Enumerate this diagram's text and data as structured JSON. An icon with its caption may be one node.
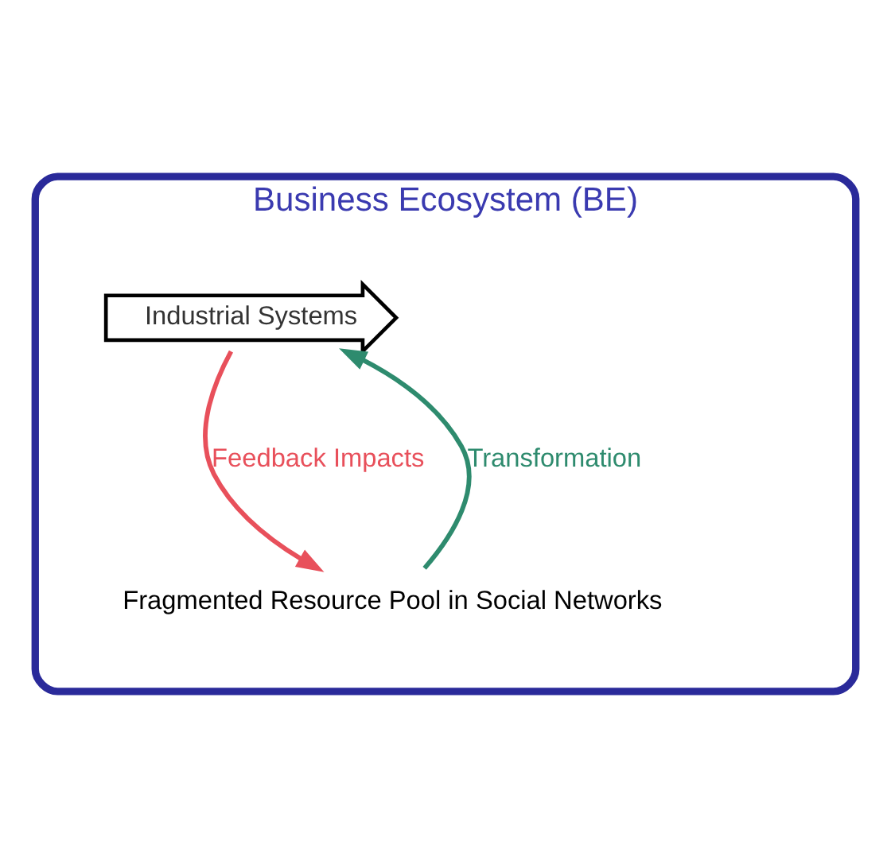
{
  "diagram": {
    "nodes": [
      {
        "text": [
          "Business Ecosystem (BE)"
        ]
      },
      {
        "text": [
          "Industrial Systems"
        ],
        "in": 0
      },
      {
        "text": [
          "Fragmented Resource Pool in Social Networks"
        ],
        "in": 0
      }
    ],
    "edges": [
      {
        "from": 2,
        "to": 1,
        "arrow": "to",
        "label": "Transformation",
        "color": "#2e8b6e"
      },
      {
        "from": 1,
        "to": 2,
        "arrow": "to",
        "label": "Feedback Impacts",
        "color": "#e8505b"
      }
    ]
  }
}
